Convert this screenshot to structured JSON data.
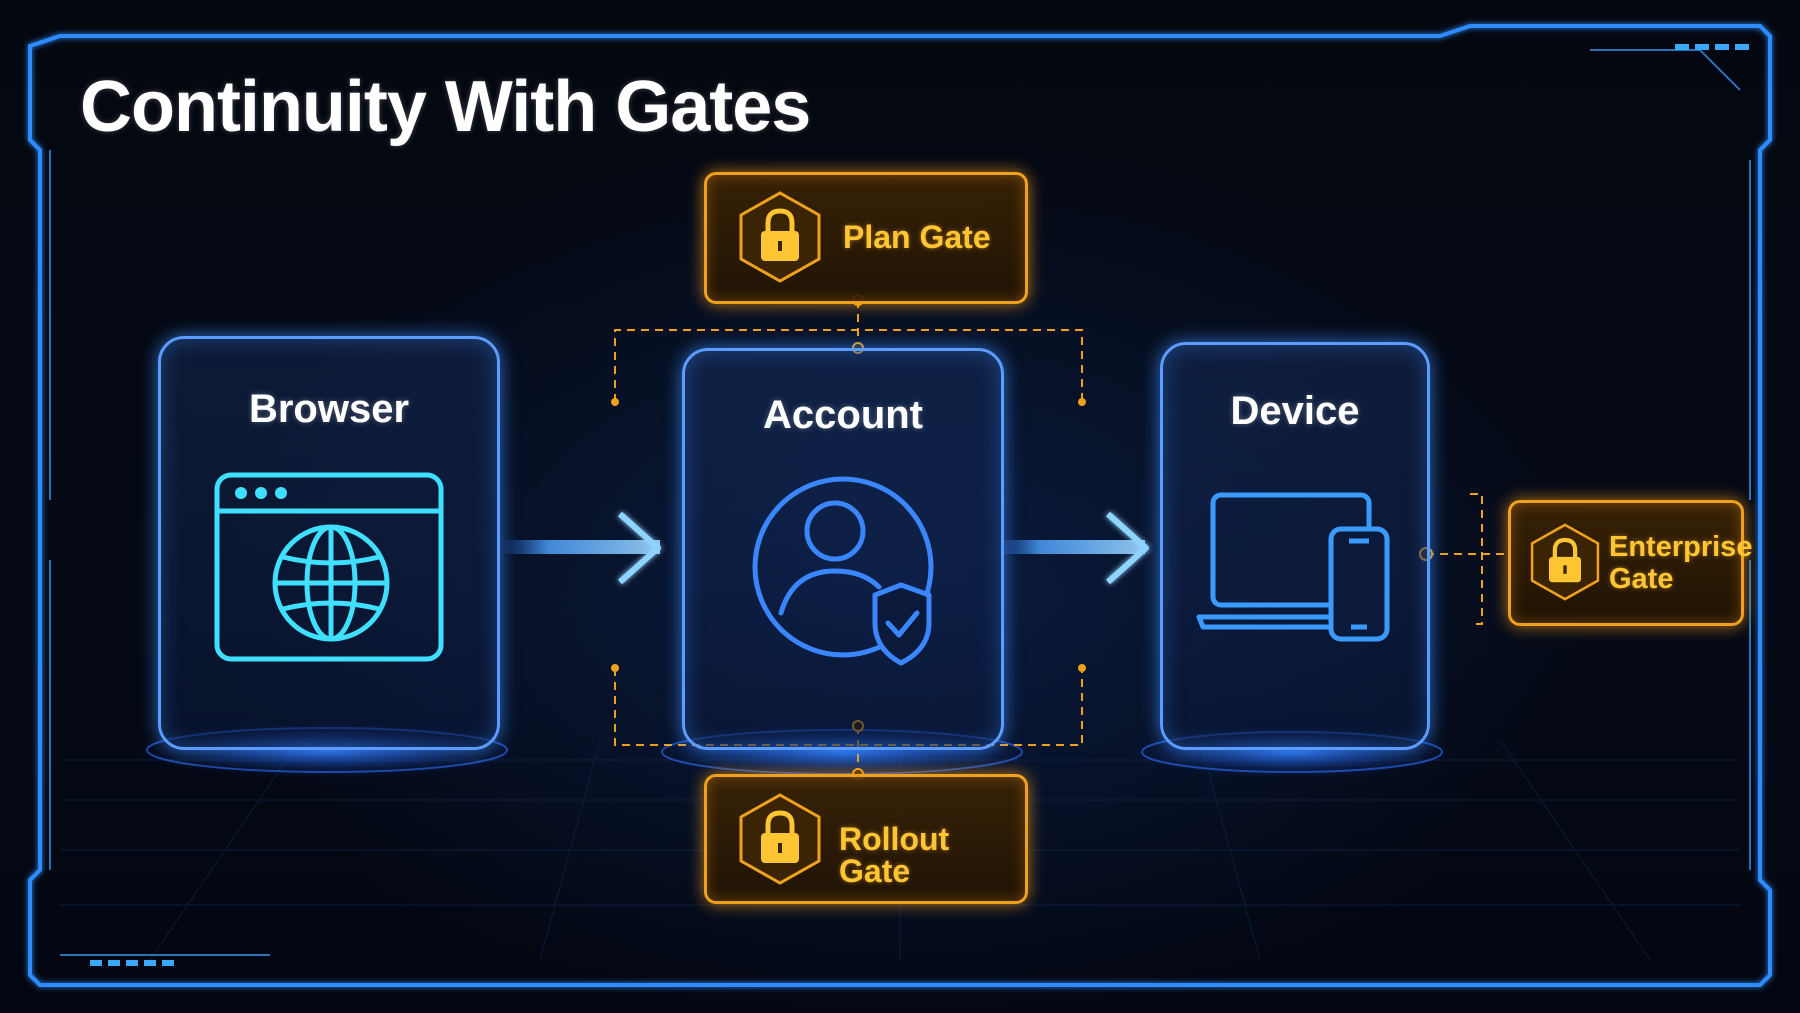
{
  "title": "Continuity With Gates",
  "nodes": [
    {
      "label": "Browser",
      "icon": "browser-window-globe-icon"
    },
    {
      "label": "Account",
      "icon": "user-shield-check-icon"
    },
    {
      "label": "Device",
      "icon": "laptop-phone-icon"
    }
  ],
  "gates": [
    {
      "label": "Plan Gate",
      "icon": "padlock-icon"
    },
    {
      "label": "Rollout Gate",
      "icon": "padlock-icon"
    },
    {
      "label_lines": [
        "Enterprise",
        "Gate"
      ],
      "icon": "padlock-icon"
    }
  ],
  "colors": {
    "background": "#03060d",
    "node_border": "#5c9cff",
    "arrow": "#7cc4ff",
    "icon_cyan": "#3fe0ff",
    "icon_blue": "#3a86ff",
    "gate_border": "#f0a11c",
    "gate_text": "#ffc533"
  }
}
